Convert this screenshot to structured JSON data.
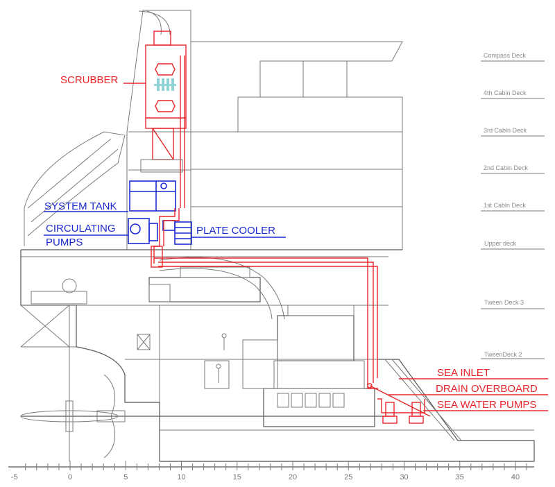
{
  "title_labels": {
    "scrubber": "SCRUBBER",
    "system_tank": "SYSTEM TANK",
    "circulating_pumps_1": "CIRCULATING",
    "circulating_pumps_2": "PUMPS",
    "plate_cooler": "PLATE COOLER",
    "sea_inlet": "SEA INLET",
    "drain_overboard": "DRAIN OVERBOARD",
    "sea_water_pumps": "SEA WATER PUMPS"
  },
  "decks": [
    "Compass Deck",
    "4th Cabin Deck",
    "3rd Cabln Deck",
    "2nd Cabin Deck",
    "1st Cabln Deck",
    "Upper deck",
    "Tween Deck 3",
    "TweenDeck 2"
  ],
  "axis": {
    "ticks": [
      "-5",
      "0",
      "5",
      "10",
      "15",
      "20",
      "25",
      "30",
      "35",
      "40"
    ],
    "min": -5,
    "max": 41
  },
  "colors": {
    "scrubber_system": "#e8262a",
    "closed_loop": "#1d2ad0",
    "structure": "#7a7a7a"
  }
}
